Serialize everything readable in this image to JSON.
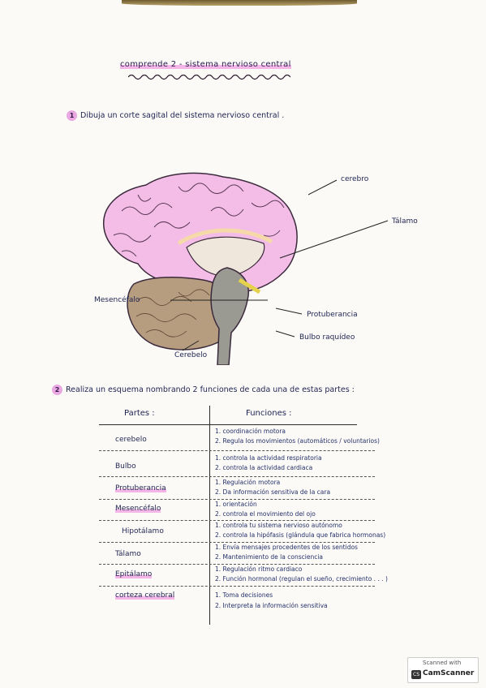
{
  "title": "comprende 2 - sistema nervioso central",
  "question1": {
    "number": "1",
    "text": "Dibuja un corte sagital del sistema nervioso central ."
  },
  "brain_labels": {
    "cerebro": "cerebro",
    "talamo": "Tálamo",
    "mesencefalo": "Mesencéfalo",
    "protuberancia": "Protuberancia",
    "bulbo": "Bulbo raquídeo",
    "cerebelo": "Cerebelo"
  },
  "question2": {
    "number": "2",
    "text": "Realiza un esquema nombrando 2 funciones de cada una de estas partes :"
  },
  "table": {
    "header_parts": "Partes :",
    "header_functions": "Funciones :",
    "rows": [
      {
        "part": "cerebelo",
        "f1": "1. coordinación motora",
        "f2": "2. Regula los movimientos (automáticos / voluntarios)"
      },
      {
        "part": "Bulbo",
        "f1": "1. controla la actividad respiratoria",
        "f2": "2. controla la actividad cardiaca"
      },
      {
        "part": "Protuberancia",
        "f1": "1. Regulación motora",
        "f2": "2. Da información sensitiva de la cara"
      },
      {
        "part": "Mesencéfalo",
        "f1": "1. orientación",
        "f2": "2. controla el movimiento del ojo"
      },
      {
        "part": "Hipotálamo",
        "f1": "1. controla tu sistema nervioso autónomo",
        "f2": "2. controla la hipófasis (glándula que fabrica hormonas)"
      },
      {
        "part": "Tálamo",
        "f1": "1. Envía mensajes procedentes de los sentidos",
        "f2": "2. Mantenimiento de la consciencia"
      },
      {
        "part": "Epitálamo",
        "f1": "1. Regulación ritmo cardiaco",
        "f2": "2. Función hormonal (regulan el sueño, crecimiento . . . )"
      },
      {
        "part": "corteza cerebral",
        "f1": "1. Toma decisiones",
        "f2": "2. Interpreta la información sensitiva"
      }
    ]
  },
  "stamp": {
    "line1": "Scanned with",
    "logo": "CS",
    "line2": "CamScanner"
  },
  "colors": {
    "highlight": "#f3b6e6",
    "cortex": "#f4bde8",
    "cerebellum": "#b79d80",
    "brainstem": "#9a9a92"
  }
}
